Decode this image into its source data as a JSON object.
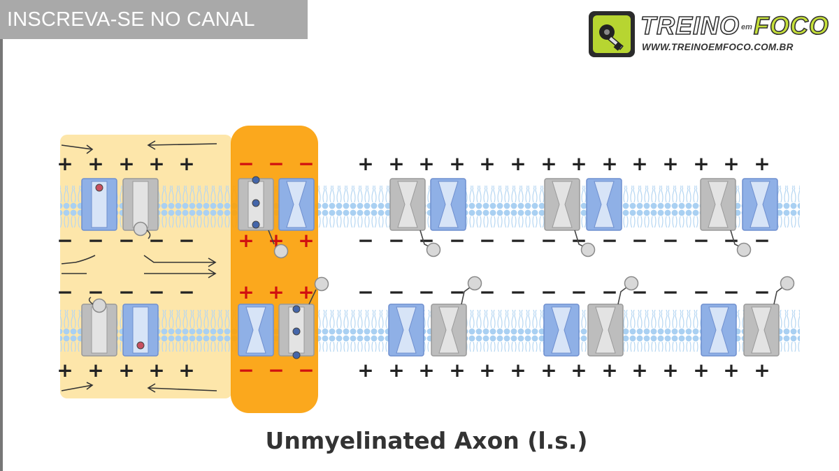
{
  "banner": {
    "text": "INSCREVA-SE NO CANAL"
  },
  "logo": {
    "word_1": "TREINO",
    "word_2": "em",
    "word_3": "FOCO",
    "url": "WWW.TREINOEMFOCO.COM.BR"
  },
  "diagram": {
    "caption": "Unmyelinated Axon (l.s.)",
    "plus_sign": "+",
    "minus_sign": "−",
    "colors": {
      "refractory_zone": "#fde6aa",
      "active_zone": "#fba10a",
      "membrane": "#a9d0f2",
      "sodium_channel": "#8fb0e6",
      "potassium_channel": "#bdbdbd",
      "positive_active": "#d01010",
      "sign_neutral": "#222222"
    }
  }
}
